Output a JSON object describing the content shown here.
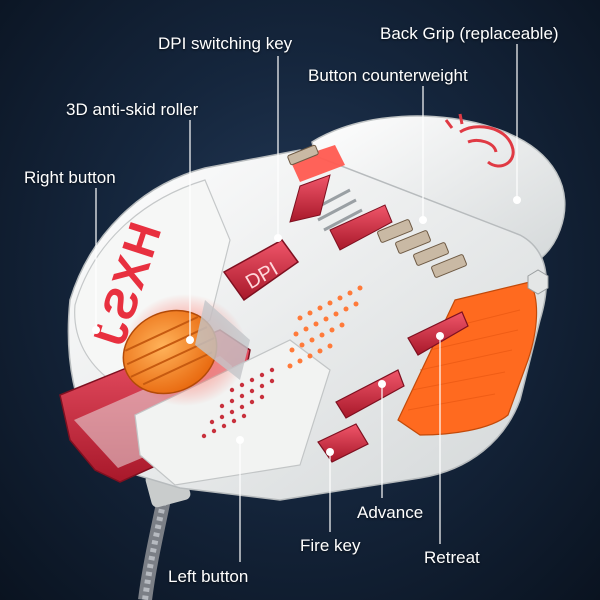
{
  "labels": {
    "dpi_switching_key": "DPI switching key",
    "back_grip": "Back Grip  (replaceable)",
    "button_counterweight": "Button counterweight",
    "anti_skid_roller": "3D anti-skid roller",
    "right_button": "Right button",
    "advance": "Advance",
    "fire_key": "Fire key",
    "retreat": "Retreat",
    "left_button": "Left button"
  },
  "mouse": {
    "logo_text": "HXSJ",
    "dpi_button_text": "DPI"
  },
  "colors": {
    "background": "#15263d",
    "shell": "#eef0ef",
    "accent_red": "#d22a3c",
    "glow": "#ff5a4a",
    "orange_grip": "#ff6a1f",
    "callout_line": "#ffffff"
  }
}
